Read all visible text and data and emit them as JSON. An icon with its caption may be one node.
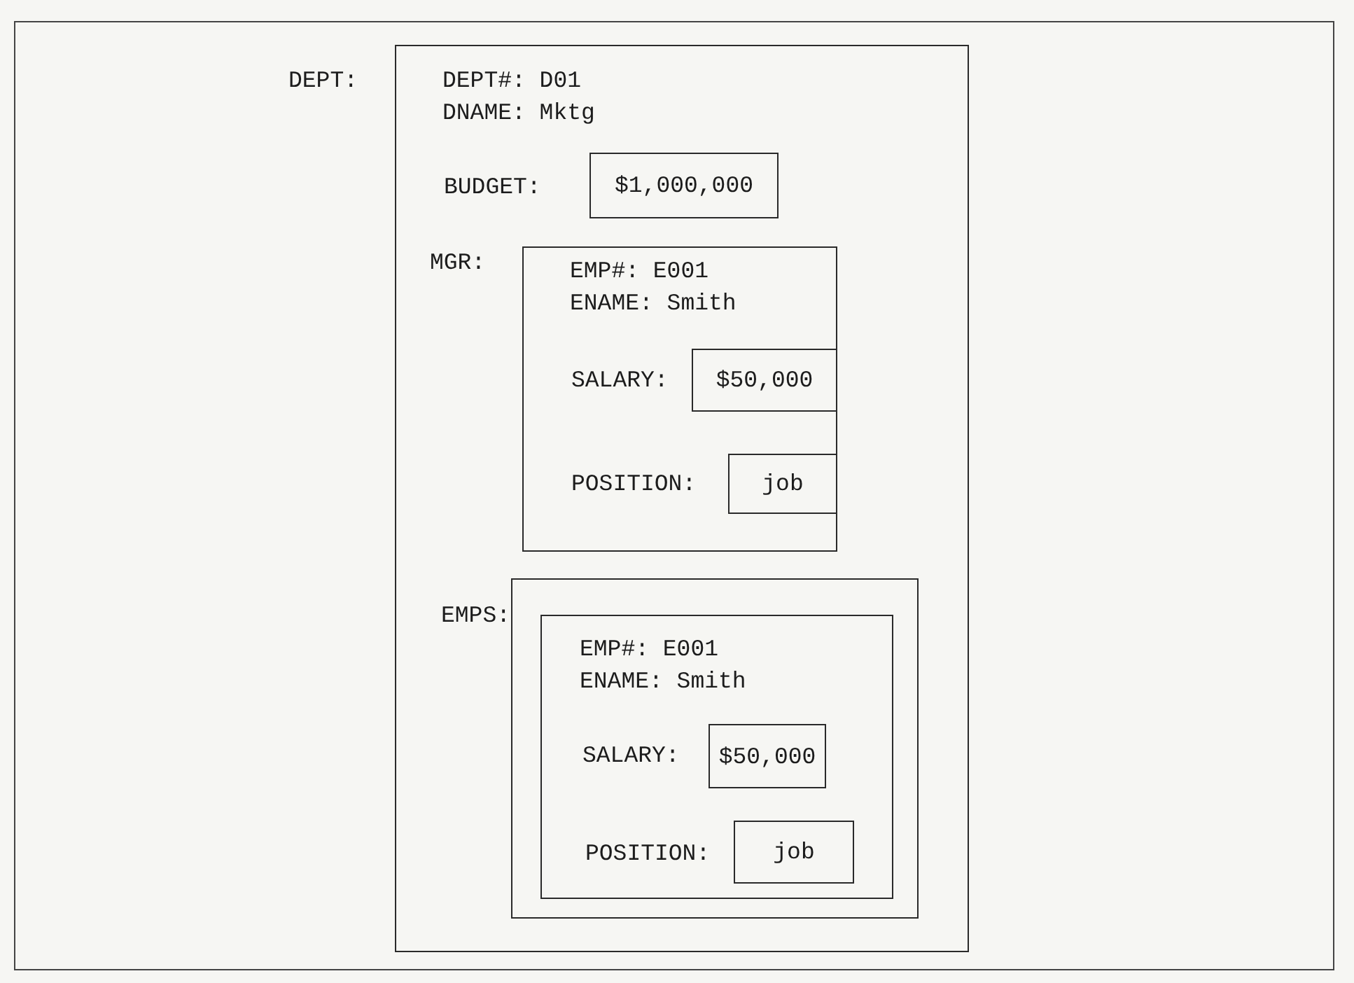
{
  "diagram": {
    "nodes": [
      {
        "text": [
          "DEPT:",
          "DEPT#: D01",
          "DNAME: Mktg"
        ]
      },
      {
        "text": [
          "$1,000,000"
        ],
        "beside": [
          "BUDGET:"
        ],
        "in": 0
      },
      {
        "text": [
          "MGR:",
          "EMP#: E001",
          "ENAME: Smith"
        ],
        "in": 0
      },
      {
        "text": [
          "$50,000"
        ],
        "beside": [
          "SALARY:"
        ],
        "in": 2
      },
      {
        "text": [
          "job"
        ],
        "beside": [
          "POSITION:"
        ],
        "in": 2
      },
      {
        "text": [
          "EMPS:"
        ],
        "in": 0
      },
      {
        "text": [
          "EMP#: E001",
          "ENAME: Smith"
        ],
        "in": 5
      },
      {
        "text": [
          "$50,000"
        ],
        "beside": [
          "SALARY:"
        ],
        "in": 6
      },
      {
        "text": [
          "job"
        ],
        "beside": [
          "POSITION:"
        ],
        "in": 6
      }
    ]
  }
}
